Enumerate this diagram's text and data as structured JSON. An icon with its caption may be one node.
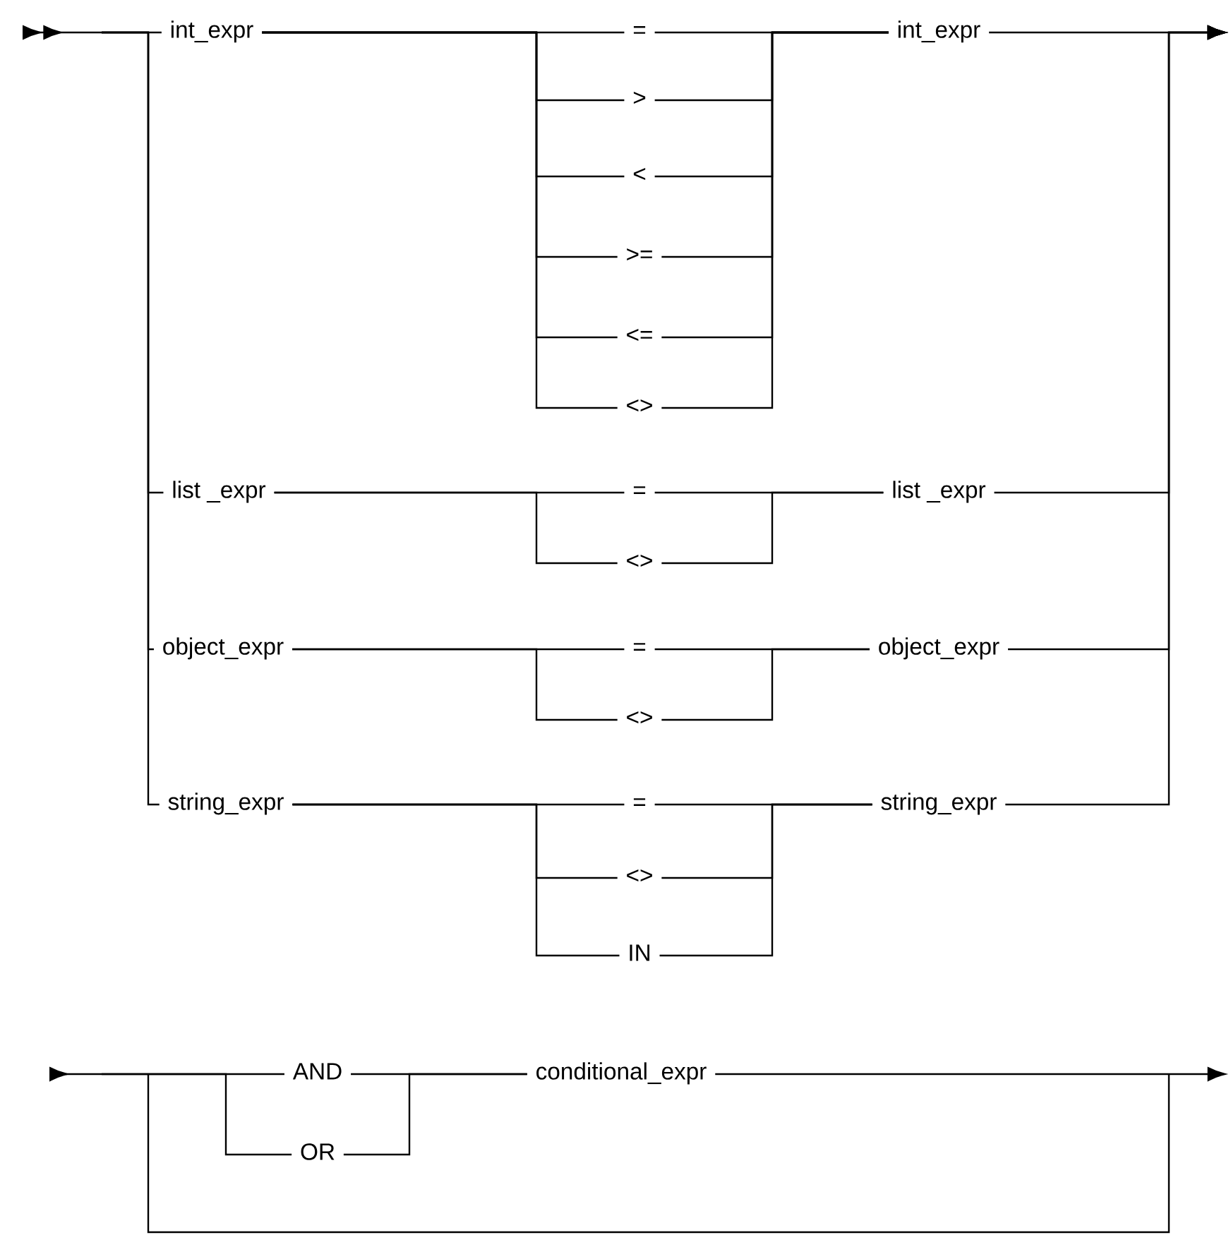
{
  "diagram": {
    "nodes": [
      {
        "text": [
          "int_expr"
        ]
      },
      {
        "text": [
          "="
        ]
      },
      {
        "text": [
          ">"
        ]
      },
      {
        "text": [
          "<"
        ]
      },
      {
        "text": [
          ">="
        ]
      },
      {
        "text": [
          "<="
        ]
      },
      {
        "text": [
          "<>"
        ]
      },
      {
        "text": [
          "int_expr"
        ]
      },
      {
        "text": [
          "list _expr"
        ]
      },
      {
        "text": [
          "="
        ]
      },
      {
        "text": [
          "<>"
        ]
      },
      {
        "text": [
          "list _expr"
        ]
      },
      {
        "text": [
          "object_expr"
        ]
      },
      {
        "text": [
          "="
        ]
      },
      {
        "text": [
          "<>"
        ]
      },
      {
        "text": [
          "object_expr"
        ]
      },
      {
        "text": [
          "string_expr"
        ]
      },
      {
        "text": [
          "="
        ]
      },
      {
        "text": [
          "<>"
        ]
      },
      {
        "text": [
          "IN"
        ]
      },
      {
        "text": [
          "string_expr"
        ]
      },
      {
        "text": [
          "AND"
        ]
      },
      {
        "text": [
          "OR"
        ]
      },
      {
        "text": [
          "conditional_expr"
        ]
      }
    ],
    "edges": [
      {
        "from": null,
        "to": 0,
        "arrow": "none"
      },
      {
        "from": null,
        "to": 8,
        "arrow": "none"
      },
      {
        "from": null,
        "to": 12,
        "arrow": "none"
      },
      {
        "from": null,
        "to": 16,
        "arrow": "none"
      },
      {
        "from": 0,
        "to": 1,
        "arrow": "none"
      },
      {
        "from": 0,
        "to": 2,
        "arrow": "none"
      },
      {
        "from": 0,
        "to": 3,
        "arrow": "none"
      },
      {
        "from": 0,
        "to": 4,
        "arrow": "none"
      },
      {
        "from": 0,
        "to": 5,
        "arrow": "none"
      },
      {
        "from": 0,
        "to": 6,
        "arrow": "none"
      },
      {
        "from": 1,
        "to": 7,
        "arrow": "none"
      },
      {
        "from": 2,
        "to": 7,
        "arrow": "none"
      },
      {
        "from": 3,
        "to": 7,
        "arrow": "none"
      },
      {
        "from": 4,
        "to": 7,
        "arrow": "none"
      },
      {
        "from": 5,
        "to": 7,
        "arrow": "none"
      },
      {
        "from": 6,
        "to": 7,
        "arrow": "none"
      },
      {
        "from": 7,
        "to": null,
        "arrow": "to"
      },
      {
        "from": 8,
        "to": 9,
        "arrow": "none"
      },
      {
        "from": 8,
        "to": 10,
        "arrow": "none"
      },
      {
        "from": 9,
        "to": 11,
        "arrow": "none"
      },
      {
        "from": 10,
        "to": 11,
        "arrow": "none"
      },
      {
        "from": 11,
        "to": null,
        "arrow": "to"
      },
      {
        "from": 12,
        "to": 13,
        "arrow": "none"
      },
      {
        "from": 12,
        "to": 14,
        "arrow": "none"
      },
      {
        "from": 13,
        "to": 15,
        "arrow": "none"
      },
      {
        "from": 14,
        "to": 15,
        "arrow": "none"
      },
      {
        "from": 15,
        "to": null,
        "arrow": "to"
      },
      {
        "from": 16,
        "to": 17,
        "arrow": "none"
      },
      {
        "from": 16,
        "to": 18,
        "arrow": "none"
      },
      {
        "from": 16,
        "to": 19,
        "arrow": "none"
      },
      {
        "from": 17,
        "to": 20,
        "arrow": "none"
      },
      {
        "from": 18,
        "to": 20,
        "arrow": "none"
      },
      {
        "from": 19,
        "to": 20,
        "arrow": "none"
      },
      {
        "from": 20,
        "to": null,
        "arrow": "to"
      },
      {
        "from": null,
        "to": 21,
        "arrow": "none"
      },
      {
        "from": null,
        "to": 22,
        "arrow": "none"
      },
      {
        "from": 21,
        "to": 23,
        "arrow": "none"
      },
      {
        "from": 22,
        "to": 23,
        "arrow": "none"
      },
      {
        "from": 23,
        "to": null,
        "arrow": "to"
      }
    ]
  }
}
